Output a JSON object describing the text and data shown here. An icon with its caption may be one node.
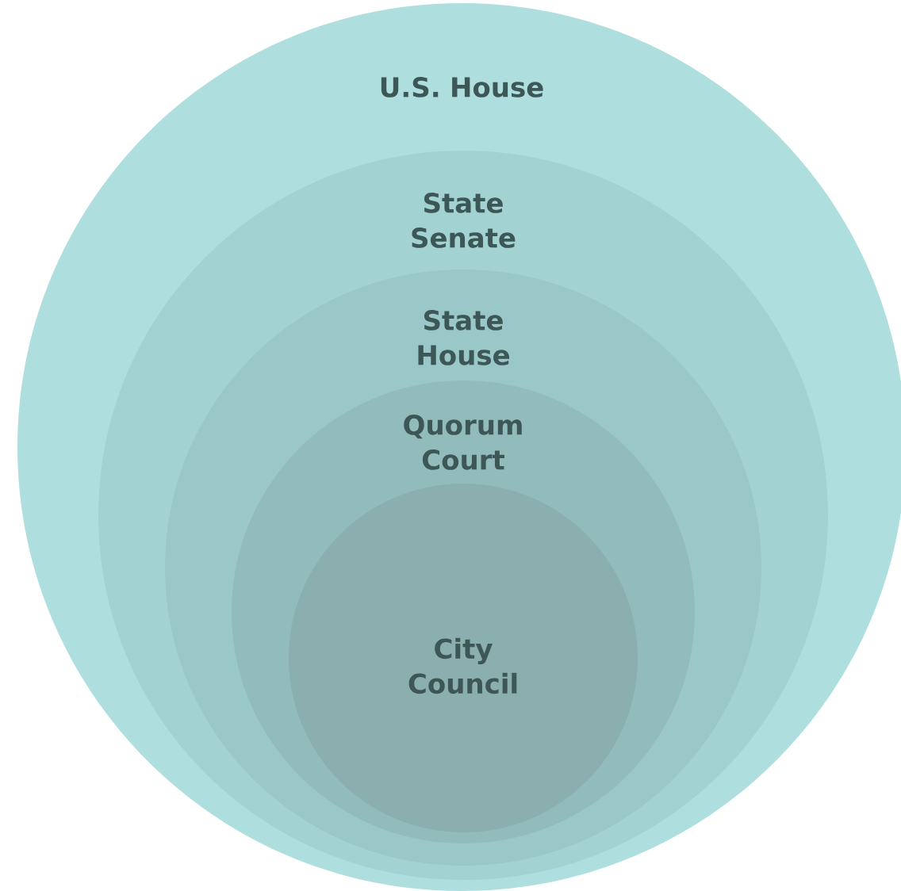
{
  "diagram": {
    "nodes": [
      {
        "text": [
          "U.S. House"
        ]
      },
      {
        "text": [
          "State Senate"
        ],
        "in": 0
      },
      {
        "text": [
          "State House"
        ],
        "in": 1
      },
      {
        "text": [
          "Quorum Court"
        ],
        "in": 2
      },
      {
        "text": [
          "City Council"
        ],
        "in": 3
      }
    ]
  }
}
